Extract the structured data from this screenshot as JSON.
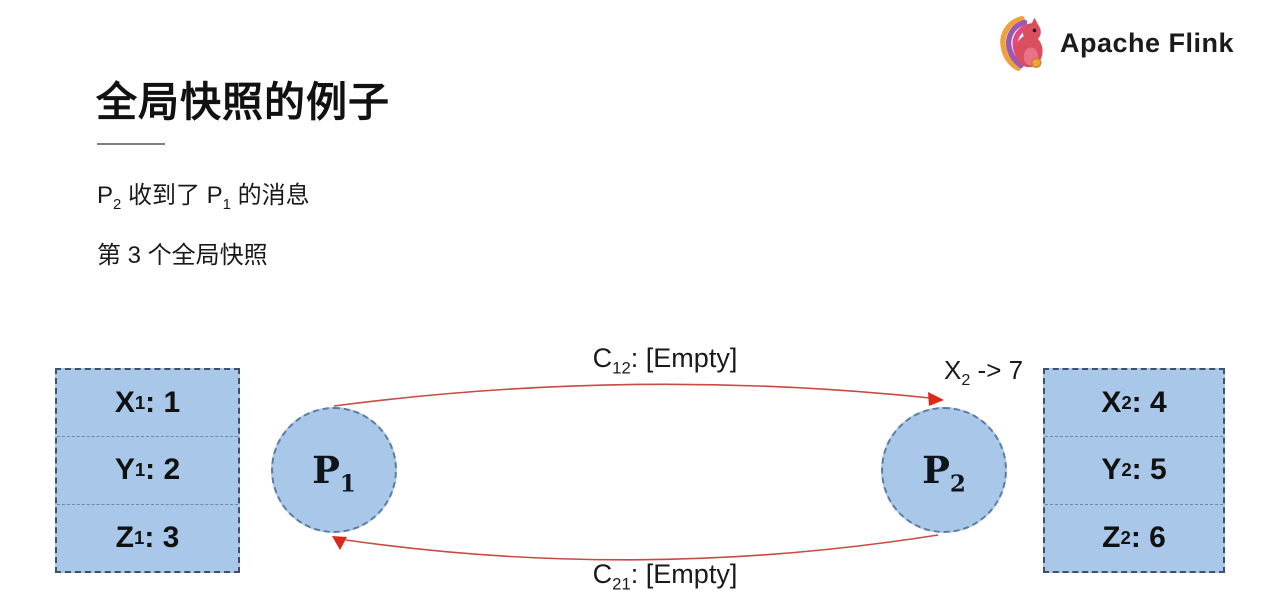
{
  "brand": {
    "name": "Apache Flink",
    "icon": "flink-squirrel"
  },
  "title": {
    "text": "全局快照的例子"
  },
  "notes": {
    "line1": [
      {
        "t": "P"
      },
      {
        "t": "2",
        "sub": true
      },
      {
        "t": " 收到了 P"
      },
      {
        "t": "1",
        "sub": true
      },
      {
        "t": " 的消息"
      }
    ],
    "line2": "第 3 个全局快照"
  },
  "diagram": {
    "process1": {
      "label": [
        {
          "t": "P"
        },
        {
          "t": "1",
          "sub": true
        }
      ],
      "state_rows": [
        [
          {
            "t": "X"
          },
          {
            "t": "1",
            "sub": true
          },
          {
            "t": ": 1"
          }
        ],
        [
          {
            "t": "Y"
          },
          {
            "t": "1",
            "sub": true
          },
          {
            "t": ": 2"
          }
        ],
        [
          {
            "t": "Z"
          },
          {
            "t": "1",
            "sub": true
          },
          {
            "t": ": 3"
          }
        ]
      ]
    },
    "process2": {
      "label": [
        {
          "t": "P"
        },
        {
          "t": "2",
          "sub": true
        }
      ],
      "state_rows": [
        [
          {
            "t": "X"
          },
          {
            "t": "2",
            "sub": true
          },
          {
            "t": ": 4"
          }
        ],
        [
          {
            "t": "Y"
          },
          {
            "t": "2",
            "sub": true
          },
          {
            "t": ": 5"
          }
        ],
        [
          {
            "t": "Z"
          },
          {
            "t": "2",
            "sub": true
          },
          {
            "t": ": 6"
          }
        ]
      ]
    },
    "channel_top": [
      {
        "t": "C"
      },
      {
        "t": "12",
        "sub": true
      },
      {
        "t": ": [Empty]"
      }
    ],
    "channel_bottom": [
      {
        "t": "C"
      },
      {
        "t": "21",
        "sub": true
      },
      {
        "t": ": [Empty]"
      }
    ],
    "event": [
      {
        "t": "X"
      },
      {
        "t": "2",
        "sub": true
      },
      {
        "t": " -> 7"
      }
    ]
  },
  "colors": {
    "node_fill": "#a9c8e9",
    "node_border": "#5a7ca1",
    "table_border": "#3f5068",
    "table_divider": "#6e8ba6",
    "arrow_line": "#c84a41",
    "arrow_head": "#e02617",
    "title_rule": "#7f7f7f",
    "text": "#000000"
  }
}
